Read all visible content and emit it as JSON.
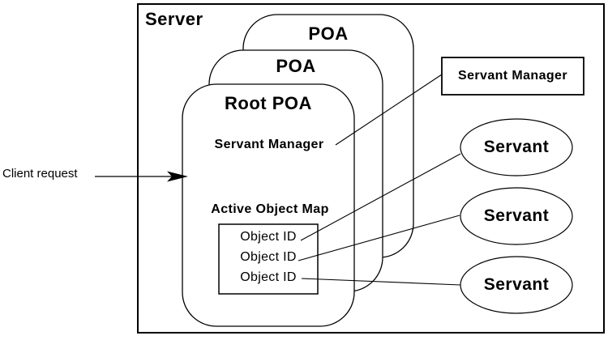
{
  "diagram": {
    "server": {
      "label": "Server"
    },
    "poa_stack": {
      "back_label": "POA",
      "middle_label": "POA",
      "front_label": "Root POA"
    },
    "root_poa": {
      "servant_manager_label": "Servant Manager",
      "active_object_map_label": "Active Object Map",
      "object_ids": [
        "Object ID",
        "Object ID",
        "Object ID"
      ]
    },
    "servant_manager_box": {
      "label": "Servant Manager"
    },
    "servants": [
      "Servant",
      "Servant",
      "Servant"
    ],
    "client_request": {
      "label": "Client request"
    },
    "colors": {
      "line": "#000000",
      "background": "#ffffff"
    }
  }
}
